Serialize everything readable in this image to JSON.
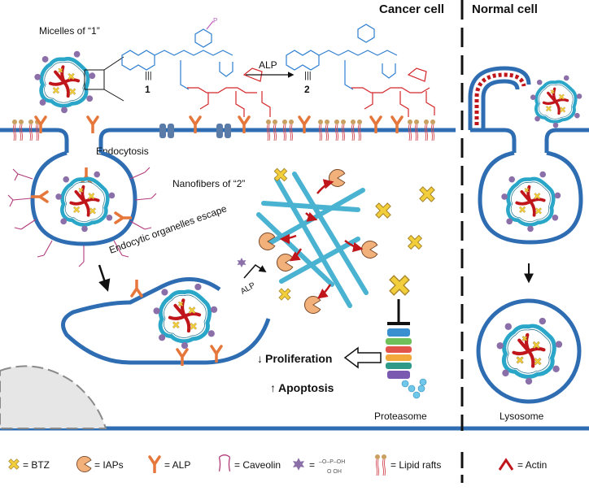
{
  "headers": {
    "cancer": "Cancer cell",
    "normal": "Normal cell"
  },
  "labels": {
    "micelles": "Micelles of “1”",
    "compound1": "1",
    "compound2": "2",
    "alp_reaction": "ALP",
    "equiv": "|||",
    "endocytosis": "Endocytosis",
    "nanofibers": "Nanofibers of “2”",
    "escape": "Endocytic organelles escape",
    "alp_small": "ALP",
    "proliferation": "Proliferation",
    "apoptosis": "Apoptosis",
    "proteasome": "Proteasome",
    "lysosome": "Lysosome"
  },
  "legend": {
    "btz": "= BTZ",
    "iaps": "= IAPs",
    "alp": "= ALP",
    "caveolin": "= Caveolin",
    "phosphate": "=",
    "lipid_rafts": "= Lipid rafts",
    "actin": "= Actin"
  },
  "colors": {
    "membrane": "#2f6db3",
    "micelle_ring": "#2aa7c8",
    "peptide_red": "#c0161b",
    "btz_yellow": "#f2cf3a",
    "iap_orange": "#f2b07a",
    "alp_orange": "#e5773b",
    "caveolin": "#b33a7a",
    "purple": "#8a6fa8",
    "fiber": "#4ab3d1"
  }
}
